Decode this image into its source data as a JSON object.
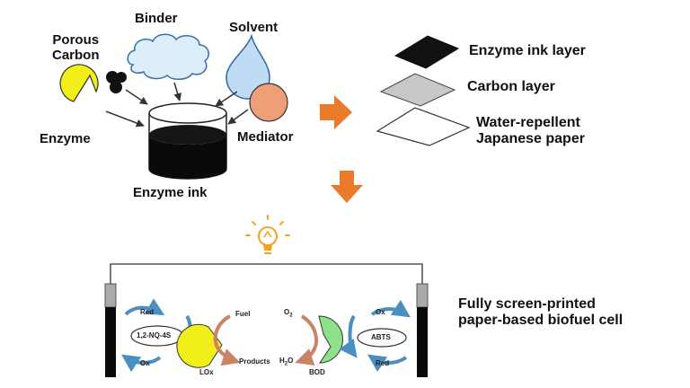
{
  "ink_section": {
    "porous_carbon": "Porous\nCarbon",
    "binder": "Binder",
    "solvent": "Solvent",
    "enzyme": "Enzyme",
    "mediator": "Mediator",
    "enzyme_ink": "Enzyme ink"
  },
  "layers": {
    "enzyme_ink_layer": "Enzyme ink layer",
    "carbon_layer": "Carbon layer",
    "paper": "Water-repellent\nJapanese paper"
  },
  "cell": {
    "title": "Fully screen-printed\npaper-based biofuel cell",
    "anode": {
      "red": "Red",
      "ox": "Ox",
      "mediator": "1,2-NQ-4S",
      "enzyme": "LOx",
      "fuel": "Fuel",
      "products": "Products"
    },
    "cathode": {
      "o2": "O",
      "o2_sub": "2",
      "h2o_h": "H",
      "h2o_sub": "2",
      "h2o_o": "O",
      "enzyme": "BOD",
      "mediator": "ABTS",
      "ox": "Ox",
      "red": "Red"
    }
  },
  "colors": {
    "enzyme_yellow": "#f2ee1a",
    "mediator_orange": "#ee9f78",
    "solvent_blue": "#bfdcf4",
    "binder_cloud": "#dceefa",
    "orange_arrow": "#ea7a2c",
    "bod_green": "#90e08a",
    "carbon_gray": "#c8c8c8",
    "bulb_orange": "#f6a21c"
  }
}
